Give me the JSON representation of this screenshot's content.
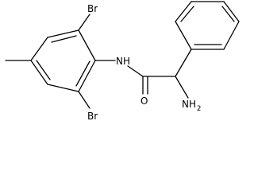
{
  "molecule": {
    "labels": {
      "br_top": "Br",
      "br_bottom": "Br",
      "nh": "NH",
      "o": "O",
      "nh2_main": "NH",
      "nh2_sub": "2"
    },
    "colors": {
      "bond": "#000000",
      "text": "#000000",
      "background": "#ffffff"
    }
  }
}
